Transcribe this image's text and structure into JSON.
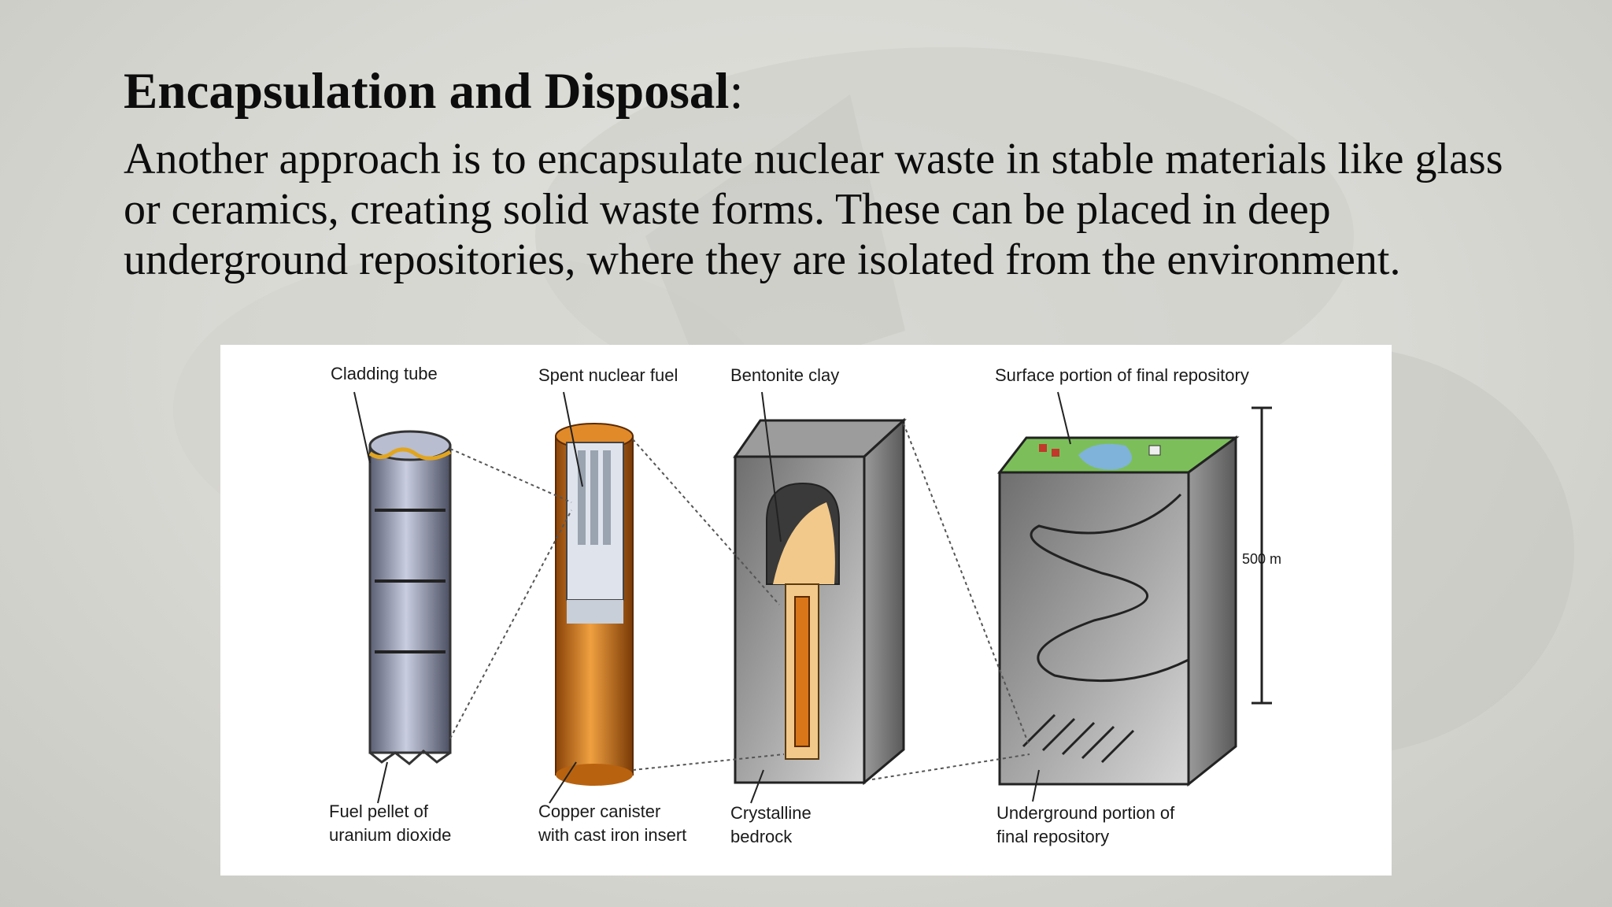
{
  "slide": {
    "title": "Encapsulation and Disposal",
    "title_suffix": ":",
    "body": "Another approach is to encapsulate nuclear waste in stable materials like glass or ceramics, creating solid waste forms. These can be placed in deep underground repositories, where they are isolated from the environment."
  },
  "figure": {
    "labels": {
      "cladding_tube": "Cladding tube",
      "spent_fuel": "Spent nuclear fuel",
      "bentonite": "Bentonite clay",
      "surface_portion": "Surface portion of final repository",
      "fuel_pellet_1": "Fuel pellet of",
      "fuel_pellet_2": "uranium dioxide",
      "copper_1": "Copper canister",
      "copper_2": "with cast iron insert",
      "bedrock_1": "Crystalline",
      "bedrock_2": "bedrock",
      "underground_1": "Underground portion of",
      "underground_2": "final repository",
      "depth": "500 m"
    },
    "colors": {
      "copper": "#d9761a",
      "cladding": "#9aa0b8",
      "clay": "#f2c98a",
      "rock": "#8c8c8c",
      "water": "#7fb3d9",
      "grass": "#7cbf5a"
    }
  }
}
